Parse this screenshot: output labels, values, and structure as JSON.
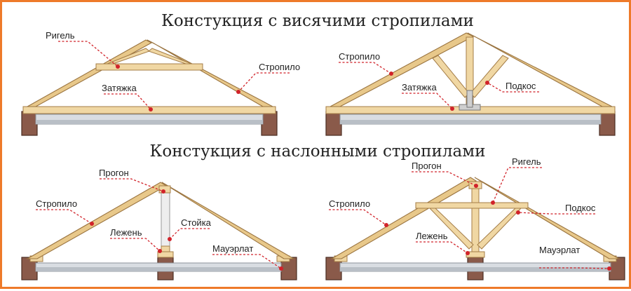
{
  "titles": {
    "top": "Констукция с висячими стропилами",
    "bottom": "Констукция с наслонными стропилами"
  },
  "labels": {
    "d1": {
      "rigel": "Ригель",
      "stropilo": "Стропило",
      "zatyazhka": "Затяжка"
    },
    "d2": {
      "stropilo": "Стропило",
      "zatyazhka": "Затяжка",
      "podkos": "Подкос"
    },
    "d3": {
      "progon": "Прогон",
      "stropilo": "Стропило",
      "lezhen": "Лежень",
      "stoyka": "Стойка",
      "mauerlat": "Мауэрлат"
    },
    "d4": {
      "progon": "Прогон",
      "rigel": "Ригель",
      "stropilo": "Стропило",
      "podkos": "Подкос",
      "lezhen": "Лежень",
      "mauerlat": "Мауэрлат"
    }
  },
  "colors": {
    "frame": "#ee7a2a",
    "wood": "#e8c88a",
    "leader": "#d1232a",
    "wall": "#8a5a4a",
    "plate": "#d9dde2"
  }
}
